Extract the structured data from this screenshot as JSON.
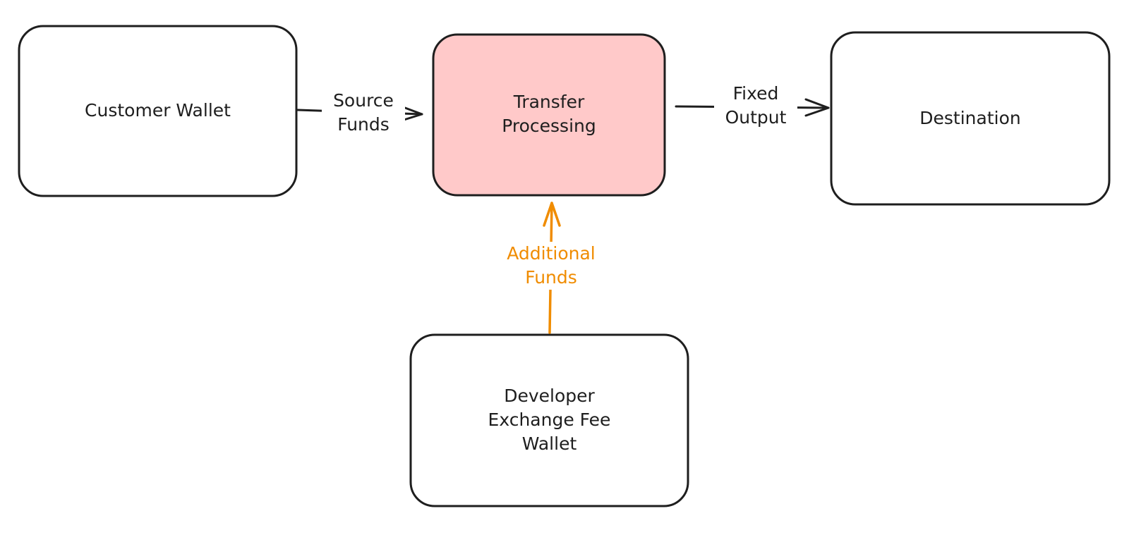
{
  "colors": {
    "stroke": "#1e1e1e",
    "highlight_fill": "#ffc9c9",
    "box_fill": "#ffffff",
    "accent": "#f08c00"
  },
  "nodes": {
    "customer_wallet": {
      "lines": [
        "Customer Wallet"
      ]
    },
    "transfer_processing": {
      "lines": [
        "Transfer",
        "Processing"
      ]
    },
    "destination": {
      "lines": [
        "Destination"
      ]
    },
    "developer_wallet": {
      "lines": [
        "Developer",
        "Exchange Fee",
        "Wallet"
      ]
    }
  },
  "edges": {
    "source_funds": {
      "lines": [
        "Source",
        "Funds"
      ]
    },
    "fixed_output": {
      "lines": [
        "Fixed",
        "Output"
      ]
    },
    "additional_funds": {
      "lines": [
        "Additional",
        "Funds"
      ]
    }
  }
}
